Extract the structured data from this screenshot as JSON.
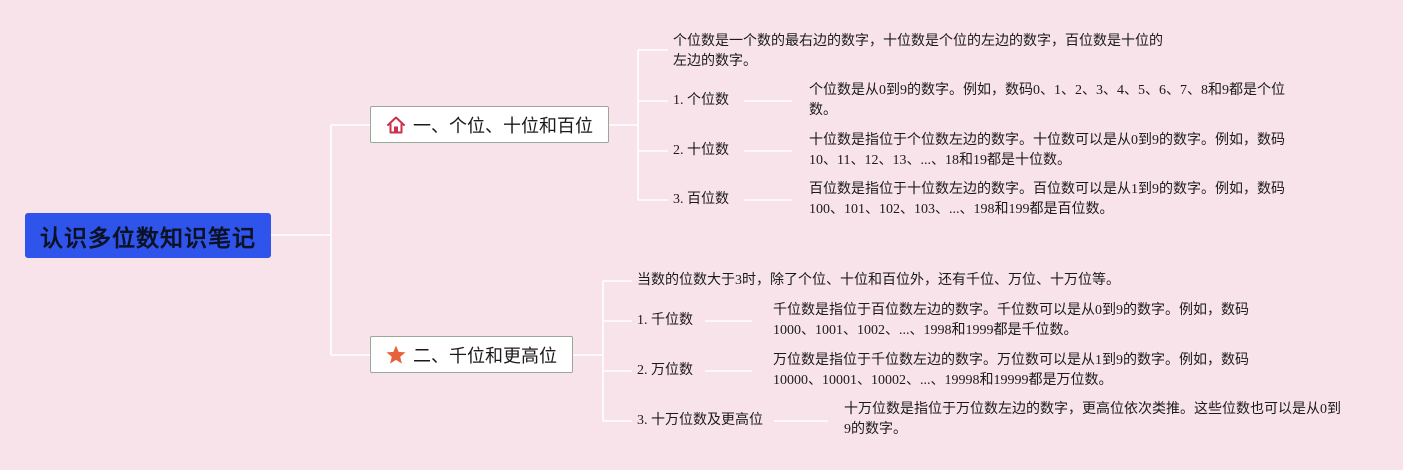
{
  "root": {
    "title": "认识多位数知识笔记"
  },
  "branches": [
    {
      "label": "一、个位、十位和百位",
      "icon": "home-icon",
      "intro": [
        "个位数是一个数的最右边的数字，十位数是个位的左边的数字，百位数是十位的",
        "左边的数字。"
      ],
      "items": [
        {
          "label": "1. 个位数",
          "desc": [
            "个位数是从0到9的数字。例如，数码0、1、2、3、4、5、6、7、8和9都是个位",
            "数。"
          ]
        },
        {
          "label": "2. 十位数",
          "desc": [
            "十位数是指位于个位数左边的数字。十位数可以是从0到9的数字。例如，数码",
            "10、11、12、13、...、18和19都是十位数。"
          ]
        },
        {
          "label": "3. 百位数",
          "desc": [
            "百位数是指位于十位数左边的数字。百位数可以是从1到9的数字。例如，数码",
            "100、101、102、103、...、198和199都是百位数。"
          ]
        }
      ]
    },
    {
      "label": "二、千位和更高位",
      "icon": "star-icon",
      "intro": [
        "当数的位数大于3时，除了个位、十位和百位外，还有千位、万位、十万位等。"
      ],
      "items": [
        {
          "label": "1. 千位数",
          "desc": [
            "千位数是指位于百位数左边的数字。千位数可以是从0到9的数字。例如，数码",
            "1000、1001、1002、...、1998和1999都是千位数。"
          ]
        },
        {
          "label": "2. 万位数",
          "desc": [
            "万位数是指位于千位数左边的数字。万位数可以是从1到9的数字。例如，数码",
            "10000、10001、10002、...、19998和19999都是万位数。"
          ]
        },
        {
          "label": "3. 十万位数及更高位",
          "desc": [
            "十万位数是指位于万位数左边的数字，更高位依次类推。这些位数也可以是从0到",
            "9的数字。"
          ]
        }
      ]
    }
  ],
  "colors": {
    "background": "#f9e3ea",
    "root_fill": "#2f54eb",
    "line": "#ffffff",
    "home_icon": "#c8324a",
    "star_icon": "#e8603c"
  }
}
